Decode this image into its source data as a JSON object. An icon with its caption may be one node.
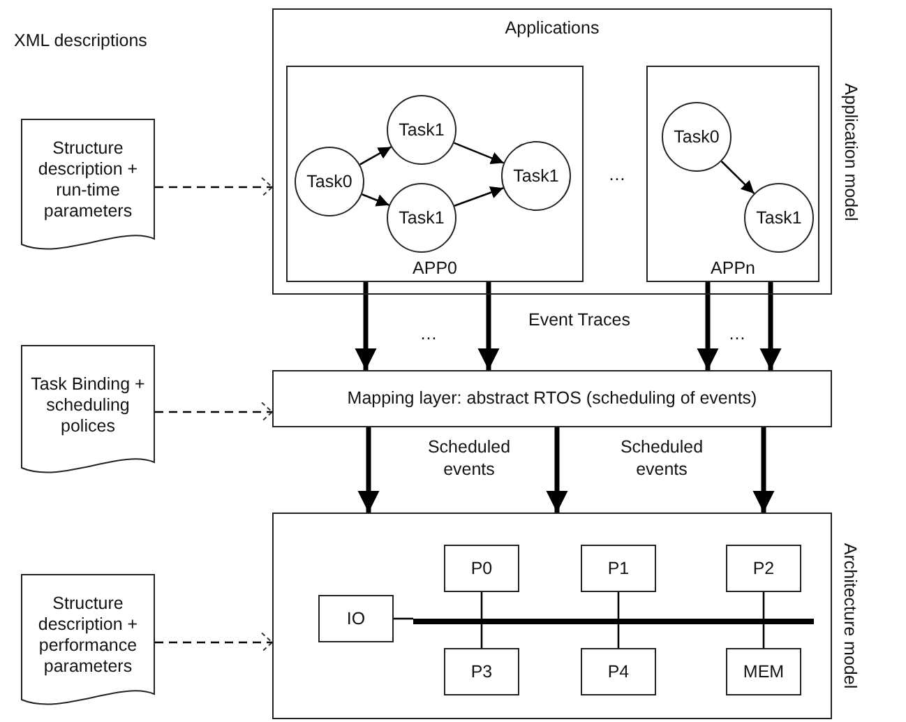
{
  "diagram": {
    "nodes": [
      {
        "text": [
          "Structure description + run-time parameters"
        ]
      },
      {
        "text": [
          "Task Binding + scheduling polices"
        ]
      },
      {
        "text": [
          "Structure description + performance parameters"
        ]
      },
      {
        "text": [
          "Applications"
        ],
        "beside": [
          "Application model"
        ]
      },
      {
        "text": [
          "APP0"
        ],
        "in": 3
      },
      {
        "text": [
          "Task0"
        ],
        "in": 4
      },
      {
        "text": [
          "Task1"
        ],
        "in": 4
      },
      {
        "text": [
          "Task1"
        ],
        "in": 4
      },
      {
        "text": [
          "Task1"
        ],
        "in": 4
      },
      {
        "text": [
          "APPn"
        ],
        "in": 3
      },
      {
        "text": [
          "Task0"
        ],
        "in": 9
      },
      {
        "text": [
          "Task1"
        ],
        "in": 9
      },
      {
        "text": [
          "Mapping layer: abstract RTOS (scheduling of events)"
        ]
      },
      {
        "text": [],
        "shape": "box",
        "beside": [
          "Architecture model"
        ]
      },
      {
        "text": [
          "IO"
        ],
        "in": 13
      },
      {
        "text": [
          "P0"
        ],
        "in": 13
      },
      {
        "text": [
          "P1"
        ],
        "in": 13
      },
      {
        "text": [
          "P2"
        ],
        "in": 13
      },
      {
        "text": [
          "P3"
        ],
        "in": 13
      },
      {
        "text": [
          "P4"
        ],
        "in": 13
      },
      {
        "text": [
          "MEM"
        ],
        "in": 13
      },
      {
        "text": [],
        "shape": "bar",
        "in": 13
      }
    ],
    "edges": [
      {
        "from": 0,
        "to": 3,
        "arrow": "to",
        "style": "dashed"
      },
      {
        "from": 1,
        "to": 12,
        "arrow": "to",
        "style": "dashed"
      },
      {
        "from": 2,
        "to": 13,
        "arrow": "to",
        "style": "dashed"
      },
      {
        "from": 5,
        "to": 6,
        "arrow": "to"
      },
      {
        "from": 5,
        "to": 7,
        "arrow": "to"
      },
      {
        "from": 6,
        "to": 8,
        "arrow": "to"
      },
      {
        "from": 7,
        "to": 8,
        "arrow": "to"
      },
      {
        "from": 10,
        "to": 11,
        "arrow": "to"
      },
      {
        "from": 4,
        "to": 12,
        "arrow": "to",
        "style": "thick"
      },
      {
        "from": 4,
        "to": 12,
        "arrow": "to",
        "style": "thick"
      },
      {
        "from": 9,
        "to": 12,
        "arrow": "to",
        "style": "thick"
      },
      {
        "from": 9,
        "to": 12,
        "arrow": "to",
        "style": "thick"
      },
      {
        "from": 12,
        "to": 13,
        "arrow": "to",
        "style": "thick"
      },
      {
        "from": 12,
        "to": 13,
        "arrow": "to",
        "style": "thick"
      },
      {
        "from": 12,
        "to": 13,
        "arrow": "to",
        "style": "thick"
      },
      {
        "from": 14,
        "to": 21,
        "arrow": "none"
      },
      {
        "from": 15,
        "to": 21,
        "arrow": "none"
      },
      {
        "from": 18,
        "to": 21,
        "arrow": "none"
      },
      {
        "from": 16,
        "to": 21,
        "arrow": "none"
      },
      {
        "from": 19,
        "to": 21,
        "arrow": "none"
      },
      {
        "from": 17,
        "to": 21,
        "arrow": "none"
      },
      {
        "from": 20,
        "to": 21,
        "arrow": "none"
      }
    ],
    "labels": [
      "XML descriptions",
      "…",
      "Event Traces",
      "…",
      "…",
      "Scheduled events",
      "Scheduled events"
    ]
  }
}
